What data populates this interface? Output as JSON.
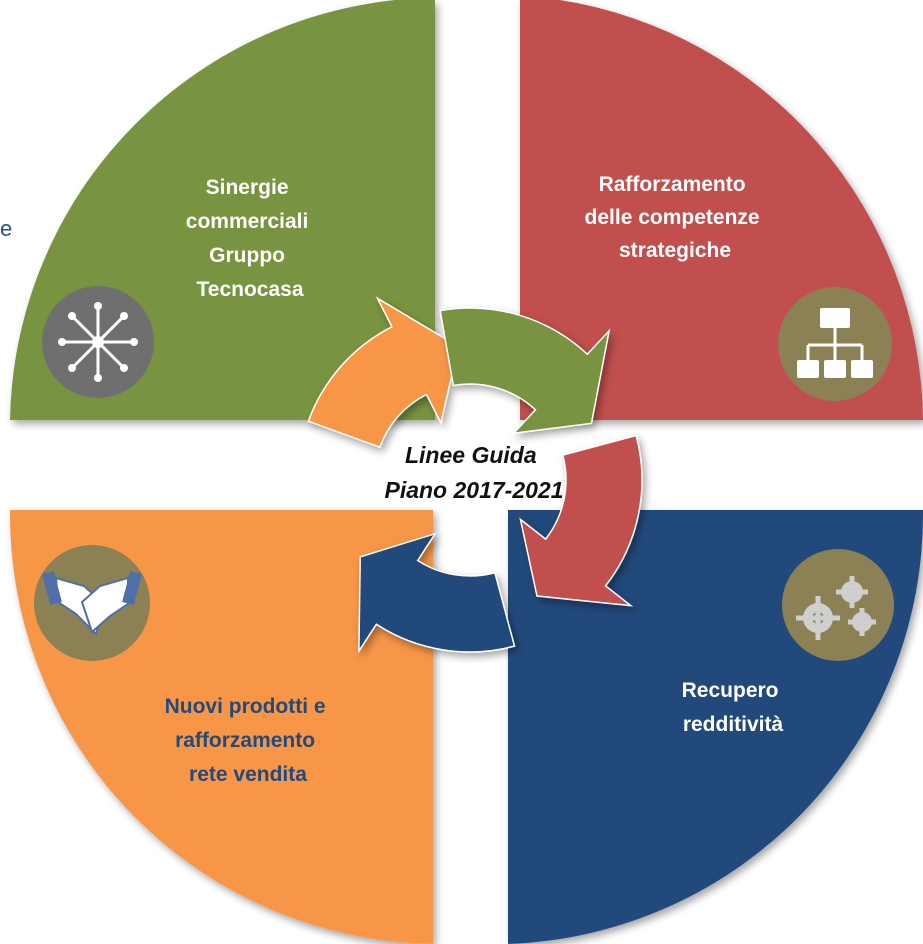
{
  "colors": {
    "green": "#789441",
    "red": "#c0504d",
    "blue": "#234a7c",
    "orange": "#f79646",
    "icon_bg_green": "#6f6f6f",
    "icon_bg_gold": "#8b8155",
    "label_white": "#ffffff",
    "label_blue": "#234a7c"
  },
  "stray_text": "e",
  "center": {
    "line1": "Linee Guida",
    "line2": "Piano 2017-2021"
  },
  "quadrants": [
    {
      "id": "sinergie",
      "color": "green",
      "icon": "network-hub-icon",
      "lines": [
        "Sinergie",
        "commerciali",
        "Gruppo",
        "Tecnocasa"
      ]
    },
    {
      "id": "rafforzamento",
      "color": "red",
      "icon": "org-chart-icon",
      "lines": [
        "Rafforzamento",
        "delle competenze",
        "strategiche"
      ]
    },
    {
      "id": "recupero",
      "color": "blue",
      "icon": "gears-icon",
      "lines": [
        "Recupero",
        "redditività"
      ]
    },
    {
      "id": "nuovi-prodotti",
      "color": "orange",
      "icon": "handshake-icon",
      "lines": [
        "Nuovi prodotti e",
        "rafforzamento",
        "rete vendita"
      ]
    }
  ]
}
